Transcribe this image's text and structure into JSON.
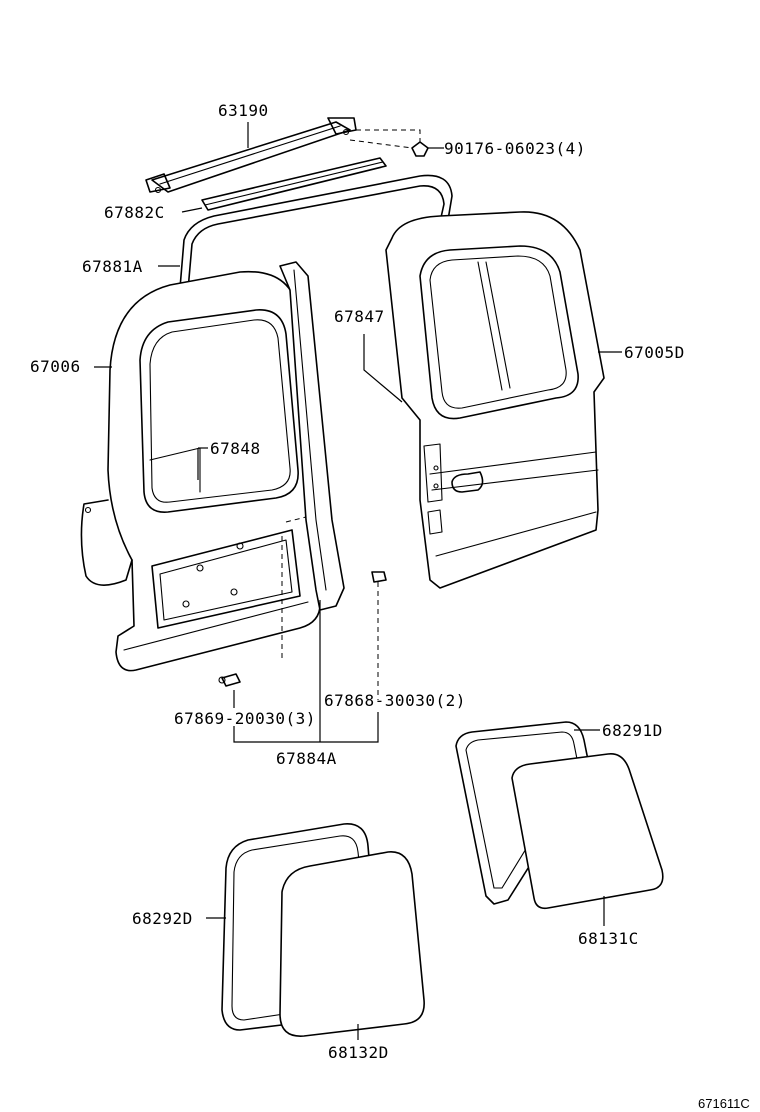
{
  "diagram": {
    "labels": {
      "p63190": "63190",
      "p90176": "90176-06023(4)",
      "p67882c": "67882C",
      "p67881a": "67881A",
      "p67847": "67847",
      "p67005d": "67005D",
      "p67006": "67006",
      "p67848": "67848",
      "p67869": "67869-20030(3)",
      "p67868": "67868-30030(2)",
      "p67884a": "67884A",
      "p68291d": "68291D",
      "p68292d": "68292D",
      "p68131c": "68131C",
      "p68132d": "68132D"
    },
    "figure_code": "671611C"
  }
}
